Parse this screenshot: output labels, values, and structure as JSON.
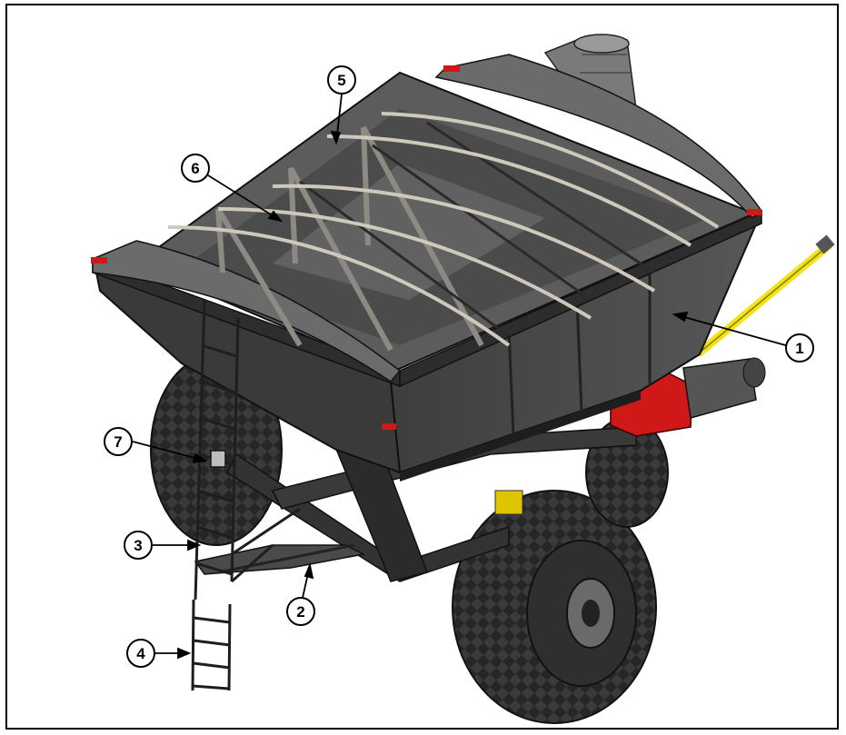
{
  "callouts": [
    {
      "id": "1",
      "label": "1"
    },
    {
      "id": "2",
      "label": "2"
    },
    {
      "id": "3",
      "label": "3"
    },
    {
      "id": "4",
      "label": "4"
    },
    {
      "id": "5",
      "label": "5"
    },
    {
      "id": "6",
      "label": "6"
    },
    {
      "id": "7",
      "label": "7"
    }
  ],
  "colors": {
    "body": "#4a4a4a",
    "body_dark": "#2b2b2b",
    "rim_top": "#6b6b6b",
    "frame_inner": "#8d8a84",
    "accent_red": "#d01818",
    "pto_yellow": "#f2e21a",
    "tire": "#262626"
  }
}
